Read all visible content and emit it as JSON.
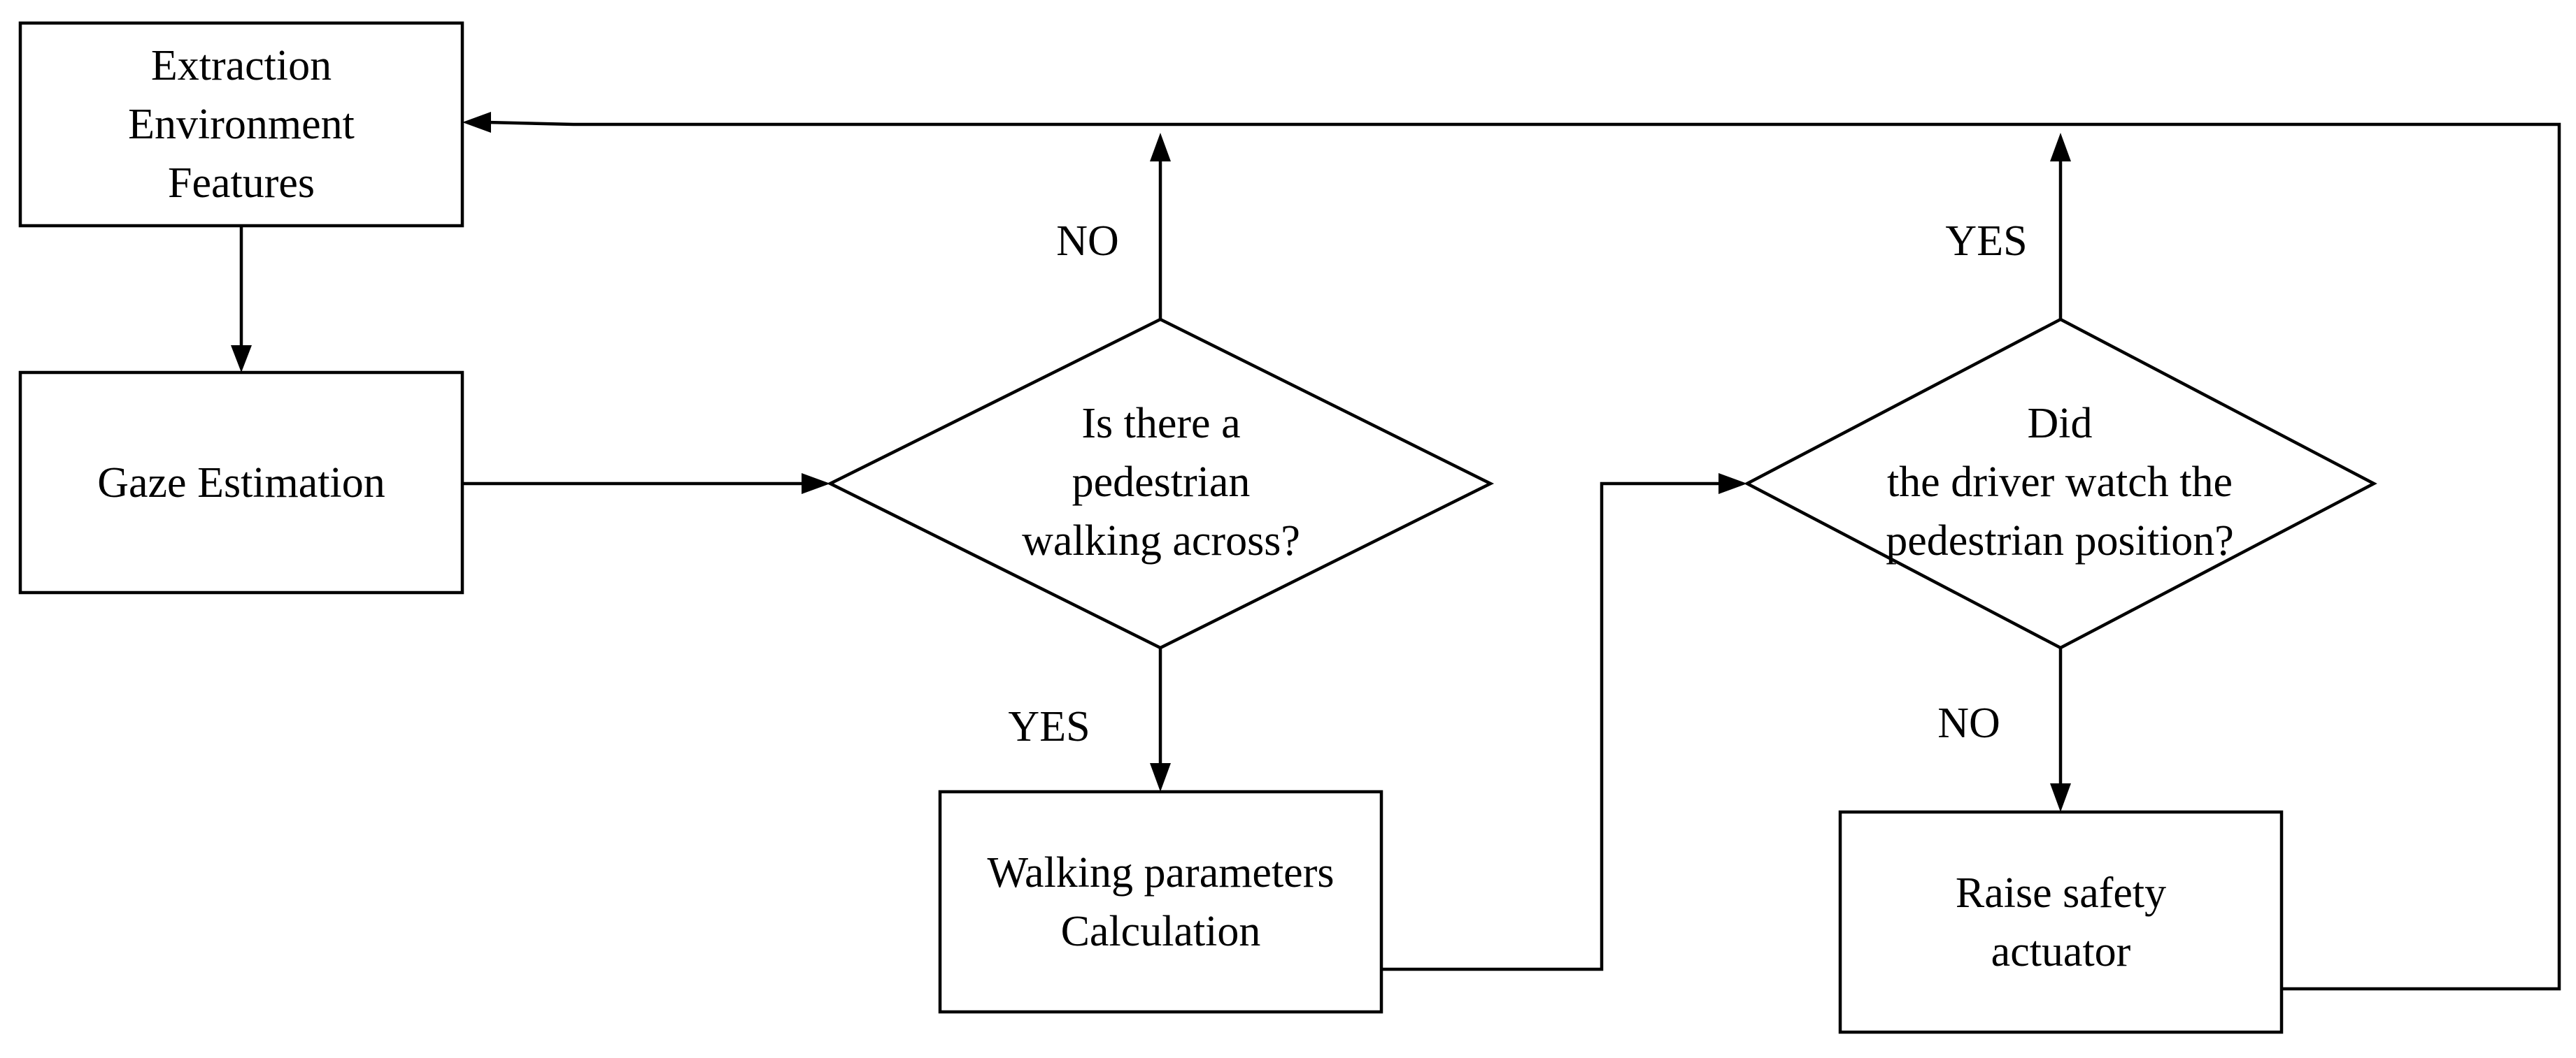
{
  "nodes": {
    "extraction": {
      "text": "Extraction\nEnvironment\nFeatures"
    },
    "gaze": {
      "text": "Gaze Estimation"
    },
    "decision_pedestrian": {
      "text": "Is there a\npedestrian\nwalking across?"
    },
    "walking_params": {
      "text": "Walking parameters\nCalculation"
    },
    "decision_driver": {
      "text": "Did\nthe driver watch the\npedestrian position?"
    },
    "safety": {
      "text": "Raise safety\nactuator"
    }
  },
  "edges": {
    "pedestrian_no": "NO",
    "pedestrian_yes": "YES",
    "driver_yes": "YES",
    "driver_no": "NO"
  },
  "colors": {
    "line": "#000000",
    "background": "#ffffff"
  }
}
